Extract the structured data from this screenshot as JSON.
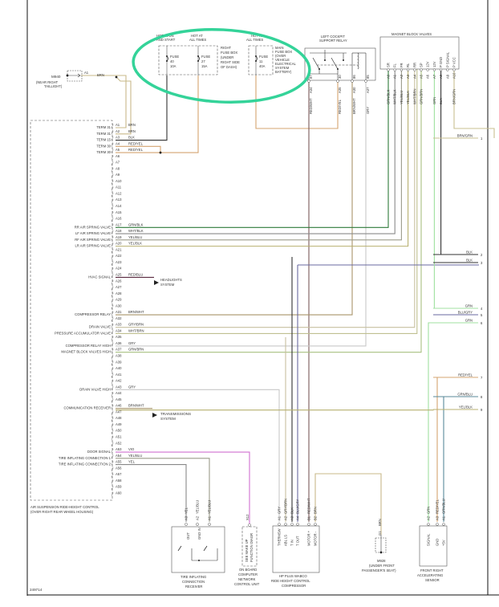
{
  "figure_id": "249714",
  "colors": {
    "frame": "#111111",
    "highlight": "#34d399",
    "BRN": "#c8b98a",
    "BLK": "#333333",
    "RED/YEL": "#d4a470",
    "GRY": "#c8c8c8",
    "GRN/BLK": "#2f7a3a",
    "WHT/BLK": "#8a8a8a",
    "YEL/BLU": "#9c9c8a",
    "YEL/BLK": "#b8b070",
    "RED/BLU": "#5a2a40",
    "BRN/WHT": "#a8946a",
    "GRY/BRN": "#c8c0a0",
    "WHT/BRN": "#c0c090",
    "GRN/BRN": "#a8c080",
    "VIO": "#d070d0",
    "GRN": "#a0e0a0",
    "BLU/GRY": "#6a6aa0",
    "BRN/GRN": "#c8c090",
    "GRN/BLU": "#5a8a9a",
    "RED/WHT": "#7a5a5a"
  },
  "m940": {
    "id": "M940",
    "desc1": "(NEAR RIGHT",
    "desc2": "TAILLIGHT)",
    "pin": "A1",
    "wire": "BRN"
  },
  "fuses": {
    "right_box": {
      "name_lines": [
        "RIGHT",
        "FUSE BOX",
        "(UNDER",
        "RIGHT SIDE",
        "OF DASH)"
      ],
      "fuse_40": {
        "hot": [
          "HOT IN ON",
          "AND START"
        ],
        "label": "FUSE",
        "num": "40",
        "amps": "10A",
        "wire": "BLK"
      },
      "fuse_27": {
        "hot": [
          "HOT AT",
          "ALL TIMES"
        ],
        "label": "FUSE",
        "num": "27",
        "amps": "15A",
        "wire": "RED/YEL"
      }
    },
    "main_box": {
      "name_lines": [
        "MAIN",
        "FUSE BOX",
        "(OVER",
        "VEHICLE",
        "ELECTRICAL",
        "SYSTEM",
        "BATTERY)"
      ],
      "fuse_11": {
        "hot": [
          "HOT AT",
          "ALL TIMES"
        ],
        "label": "FUSE",
        "num": "11",
        "amps": "40A",
        "wire": "RED/YEL"
      }
    }
  },
  "relay": {
    "name_lines": [
      "LEFT COCKPIT",
      "SUPPORT RELAY"
    ],
    "pins": [
      {
        "num": "87",
        "conn": "A34",
        "wire": "RED/WHT"
      },
      {
        "num": "30",
        "conn": "A35",
        "wire": "RED/YEL"
      },
      {
        "num": "86",
        "conn": "A30",
        "wire": "BRN/WHT"
      },
      {
        "num": "85",
        "conn": "A37",
        "wire": "GRY"
      }
    ]
  },
  "magnet_block": {
    "title": "MAGNET BLOCK VALVES",
    "pins": [
      {
        "func": "SR",
        "conn": "A0",
        "wire": "GRN/BLK"
      },
      {
        "func": "FL",
        "conn": "A1",
        "wire": "WHT/BLK"
      },
      {
        "func": "FR",
        "conn": "A2",
        "wire": "YEL/BLU"
      },
      {
        "func": "RL",
        "conn": "A3",
        "wire": "YEL/BLK"
      },
      {
        "func": "RR",
        "conn": "A4",
        "wire": "WHT/BRN"
      },
      {
        "func": "SP",
        "conn": "A5",
        "wire": "GRN/BRN"
      },
      {
        "func": "12V",
        "conn": "A6",
        "wire": ""
      },
      {
        "func": "12V",
        "conn": "A7",
        "wire": "GRN"
      },
      {
        "func": "P GND",
        "conn": "A8",
        "wire": "BLK"
      },
      {
        "func": "P SIGNAL",
        "conn": "A9",
        "wire": ""
      },
      {
        "func": "P VCC",
        "conn": "A10",
        "wire": "BRN/GRN"
      }
    ]
  },
  "module": {
    "name_lines": [
      "AIR SUSPENSION RIDE-HEIGHT CONTROL",
      "(OVER RIGHT REAR WHEEL HOUSING)"
    ],
    "pins": [
      {
        "pin": "A1",
        "func": "TERM 31",
        "wire": "BRN"
      },
      {
        "pin": "A2",
        "func": "TERM 31",
        "wire": "BRN"
      },
      {
        "pin": "A3",
        "func": "TERM 15",
        "wire": "BLK"
      },
      {
        "pin": "A4",
        "func": "TERM 30",
        "wire": "RED/YEL"
      },
      {
        "pin": "A5",
        "func": "TERM 30",
        "wire": "RED/YEL"
      },
      {
        "pin": "A6"
      },
      {
        "pin": "A7"
      },
      {
        "pin": "A8"
      },
      {
        "pin": "A9"
      },
      {
        "pin": "A10"
      },
      {
        "pin": "A11"
      },
      {
        "pin": "A12"
      },
      {
        "pin": "A13"
      },
      {
        "pin": "A14"
      },
      {
        "pin": "A15"
      },
      {
        "pin": "A16"
      },
      {
        "pin": "A17",
        "func": "RR AIR SPRING VALVE",
        "wire": "GRN/BLK"
      },
      {
        "pin": "A18",
        "func": "LF AIR SPRING VALVE",
        "wire": "WHT/BLK"
      },
      {
        "pin": "A19",
        "func": "RF AIR SPRING VALVE",
        "wire": "YEL/BLU"
      },
      {
        "pin": "A20",
        "func": "LR AIR SPRING VALVE",
        "wire": "YEL/BLK"
      },
      {
        "pin": "A21"
      },
      {
        "pin": "A22"
      },
      {
        "pin": "A23"
      },
      {
        "pin": "A24"
      },
      {
        "pin": "A25",
        "func": "HVAC SIGNAL",
        "wire": "RED/BLU"
      },
      {
        "pin": "A26"
      },
      {
        "pin": "A27"
      },
      {
        "pin": "A28"
      },
      {
        "pin": "A29"
      },
      {
        "pin": "A30"
      },
      {
        "pin": "A31",
        "func": "COMPRESSOR RELAY",
        "wire": "BRN/WHT"
      },
      {
        "pin": "A32"
      },
      {
        "pin": "A33",
        "func": "DRAIN VALVE",
        "wire": "GRY/BRN"
      },
      {
        "pin": "A34",
        "func": "PRESSURE ACCUMULATOR VALVE",
        "wire": "WHT/BRN"
      },
      {
        "pin": "A35"
      },
      {
        "pin": "A36",
        "func": "COMPRESSOR RELAY HIGH",
        "wire": "GRY"
      },
      {
        "pin": "A37",
        "func": "MAGNET BLOCK VALVES HIGH",
        "wire": "GRN/BRN"
      },
      {
        "pin": "A38"
      },
      {
        "pin": "A39"
      },
      {
        "pin": "A40"
      },
      {
        "pin": "A41"
      },
      {
        "pin": "A42"
      },
      {
        "pin": "A43",
        "func": "DRAIN VALVE HIGH",
        "wire": "GRY"
      },
      {
        "pin": "A44"
      },
      {
        "pin": "A45"
      },
      {
        "pin": "A46",
        "func": "COMMUNICATION RECEIVER",
        "wire": "BRN/WHT"
      },
      {
        "pin": "A47"
      },
      {
        "pin": "A48"
      },
      {
        "pin": "A49"
      },
      {
        "pin": "A50"
      },
      {
        "pin": "A51"
      },
      {
        "pin": "A52"
      },
      {
        "pin": "A53",
        "func": "DOOR SIGNAL",
        "wire": "VIO"
      },
      {
        "pin": "A54",
        "func": "TIRE INFLATING CONNECTION 1",
        "wire": "YEL/BLU"
      },
      {
        "pin": "A55",
        "func": "TIRE INFLATING CONNECTION 2",
        "wire": "YEL"
      },
      {
        "pin": "A56"
      },
      {
        "pin": "A57"
      },
      {
        "pin": "A58"
      },
      {
        "pin": "A59"
      },
      {
        "pin": "A60"
      }
    ]
  },
  "arrows": {
    "hvac": [
      "HEADLIGHTS",
      "SYSTEM"
    ],
    "trans": [
      "TRANSMISSIONS",
      "SYSTEM"
    ]
  },
  "right_edge": [
    {
      "wire": "BRN/GRN",
      "num": "1"
    },
    {
      "wire": "BLK",
      "num": "2"
    },
    {
      "wire": "BLK",
      "num": "3"
    },
    {
      "wire": "GRN",
      "num": "4"
    },
    {
      "wire": "BLU/GRY",
      "num": "5"
    },
    {
      "wire": "GRN",
      "num": "6"
    },
    {
      "wire": "RED/YEL",
      "num": "7"
    },
    {
      "wire": "GRN/BLU",
      "num": "8"
    },
    {
      "wire": "YEL/BLK",
      "num": "9"
    }
  ],
  "tire_receiver": {
    "name_lines": [
      "TIRE INFLATING",
      "CONNECTION",
      "RECEIVER"
    ],
    "pins": [
      {
        "conn": "A3",
        "wire": "YEL",
        "func": "OUT"
      },
      {
        "conn": "A2",
        "wire": "YEL/BLU",
        "func": "GND IN"
      },
      {
        "conn": "A1",
        "wire": "YEL/BLU",
        "func": ""
      }
    ]
  },
  "onboard": {
    "name_lines": [
      "ON BOARD",
      "COMPUTER",
      "NETWORK",
      "CONTROL UNIT"
    ],
    "pin": "X12",
    "wire": "VIO",
    "see": [
      "SEE MAKE UP",
      "FUNCTION DIAGR"
    ]
  },
  "compressor": {
    "name_lines": [
      "HP PLUS WABCO",
      "RIDE HEIGHT CONTROL",
      "COMPRESSOR"
    ],
    "pins": [
      {
        "conn": "A1",
        "wire": "GRY",
        "func": "THERMSW"
      },
      {
        "conn": "A2",
        "wire": "GRY/BRN",
        "func": "ABL LS"
      },
      {
        "conn": "A3",
        "wire": "BLK",
        "func": "T IN"
      },
      {
        "conn": "A4",
        "wire": "BLU/GRY",
        "func": "T OUT"
      },
      {
        "conn": "B1",
        "wire": "RED/WHT",
        "func": "MOTOR +"
      },
      {
        "conn": "B2",
        "wire": "BRN",
        "func": "MOTOR -"
      }
    ]
  },
  "m928": {
    "id": "M928",
    "desc": [
      "(UNDER FRONT",
      "PASSENGER'S SEAT)"
    ],
    "pin": "G1",
    "wire": "BRN"
  },
  "accel_sensor": {
    "name_lines": [
      "FRONT RIGHT",
      "ACCELERATING",
      "SENSOR"
    ],
    "pins": [
      {
        "conn": "A2",
        "wire": "GRN",
        "func": "SIGNAL"
      },
      {
        "conn": "A3",
        "wire": "RED/YEL",
        "func": "GND"
      },
      {
        "conn": "A1",
        "wire": "GRN/BLU",
        "func": "+5V"
      }
    ]
  }
}
